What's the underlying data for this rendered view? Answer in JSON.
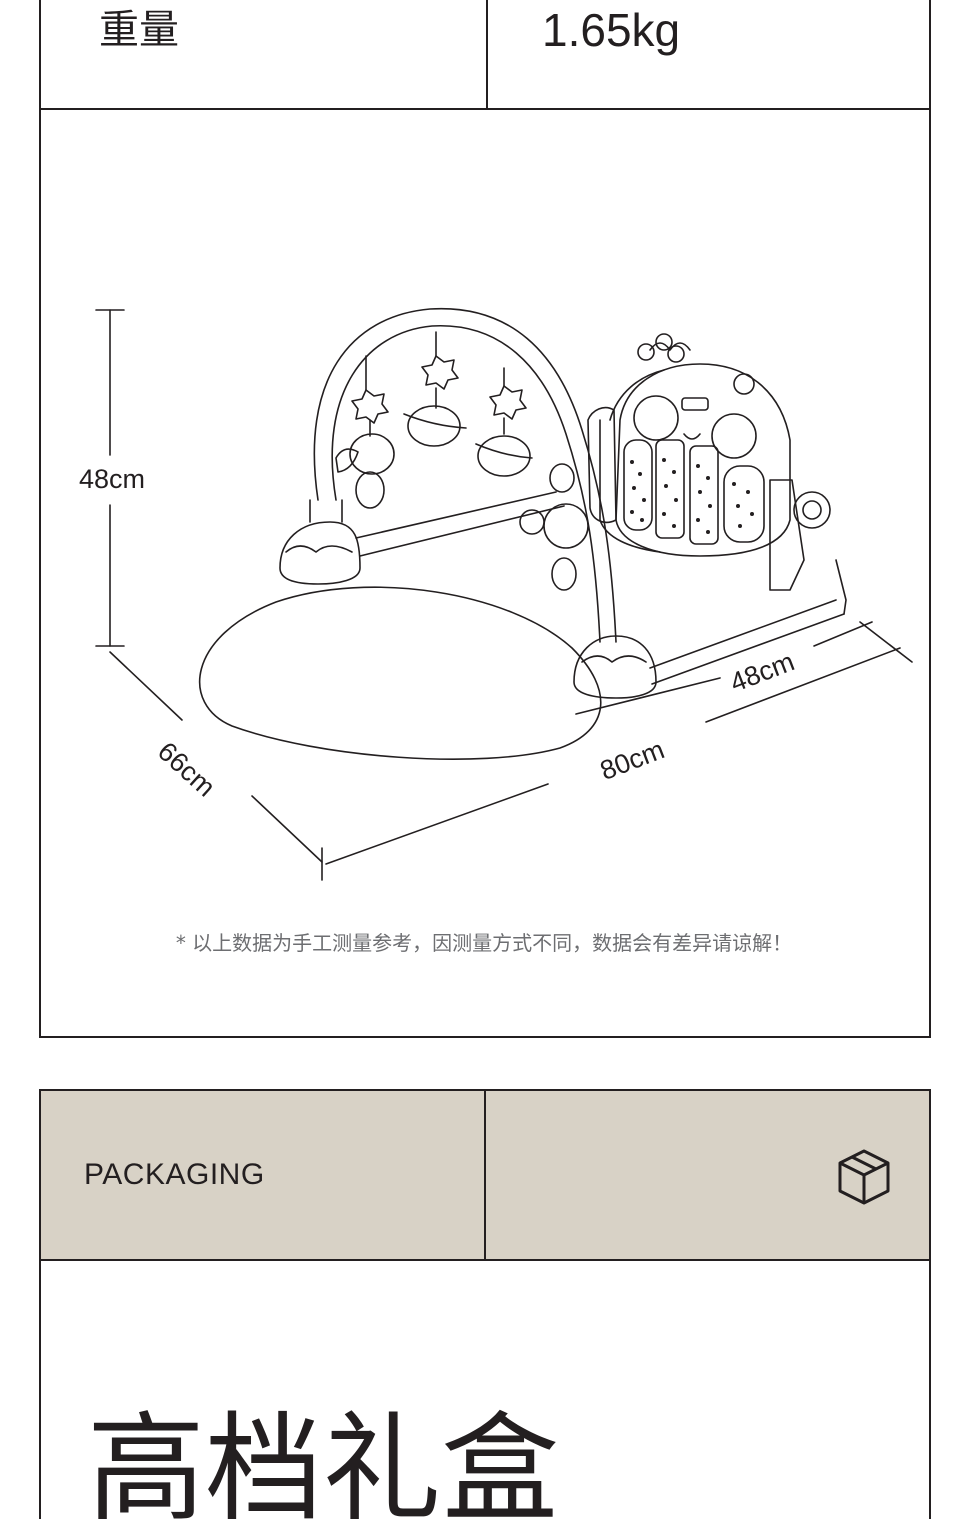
{
  "spec": {
    "label": "重量",
    "value": "1.65kg"
  },
  "dimensions": {
    "height": "48cm",
    "depth": "66cm",
    "width_inner": "48cm",
    "width_total": "80cm"
  },
  "note": "* 以上数据为手工测量参考，因测量方式不同，数据会有差异请谅解！",
  "packaging": {
    "title": "PACKAGING",
    "icon": "box-icon",
    "headline": "高档礼盒"
  },
  "colors": {
    "line": "#231f20",
    "header_bg": "#d8d2c6",
    "note_text": "#6d6e71"
  }
}
